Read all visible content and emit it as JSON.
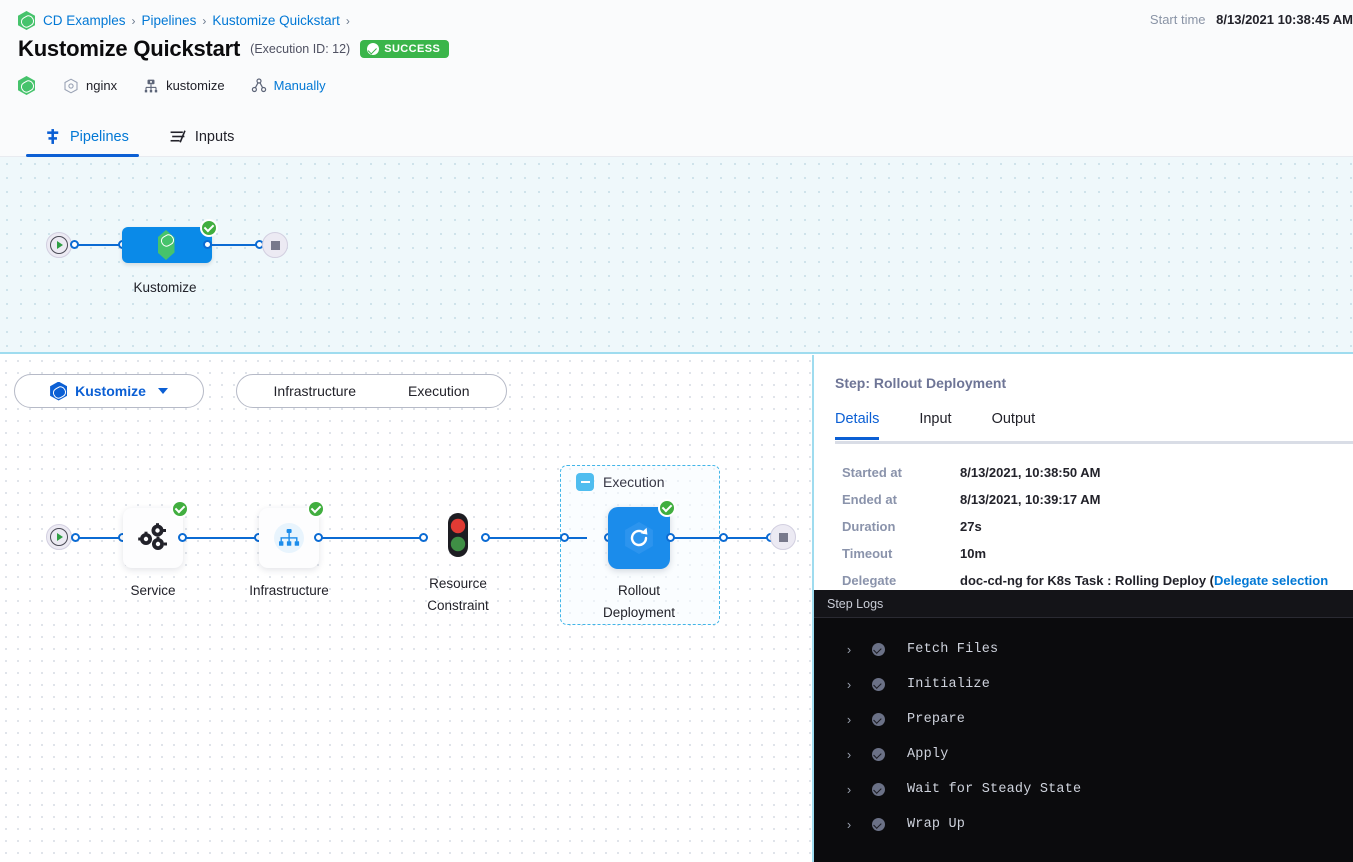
{
  "header": {
    "breadcrumb": [
      {
        "label": "CD Examples",
        "icon": "harness-hex-icon"
      },
      {
        "label": "Pipelines"
      },
      {
        "label": "Kustomize Quickstart"
      }
    ],
    "breadcrumb_separator": "›",
    "title": "Kustomize Quickstart",
    "execution_id": "(Execution ID: 12)",
    "status_badge": "SUCCESS",
    "status_color": "#3ab54a",
    "start_time_label": "Start time",
    "start_time_value": "8/13/2021 10:38:45 AM",
    "meta": [
      {
        "icon": "service-hex-icon",
        "label": "nginx"
      },
      {
        "icon": "infrastructure-icon",
        "label": "kustomize"
      },
      {
        "icon": "trigger-icon",
        "label": "Manually",
        "is_link": true
      }
    ]
  },
  "tabs": [
    {
      "label": "Pipelines",
      "icon": "pipeline-icon",
      "active": true
    },
    {
      "label": "Inputs",
      "icon": "inputs-icon",
      "active": false
    }
  ],
  "pipeline_graph": {
    "stage_label": "Kustomize",
    "stage_icon": "kustomize-hex-icon",
    "start_node": "start-node",
    "end_node": "end-node",
    "status": "success"
  },
  "stage_selector": {
    "stage_name": "Kustomize",
    "segments": [
      {
        "label": "Infrastructure"
      },
      {
        "label": "Execution"
      }
    ]
  },
  "execution_graph": {
    "group_title": "Execution",
    "nodes": [
      {
        "label": "Service",
        "icon": "service-gears-icon",
        "status": "success"
      },
      {
        "label": "Infrastructure",
        "icon": "infrastructure-tree-icon",
        "status": "success"
      },
      {
        "label": "Resource\nConstraint",
        "label_line1": "Resource",
        "label_line2": "Constraint",
        "icon": "traffic-light-icon",
        "status": "none"
      },
      {
        "label": "Rollout\nDeployment",
        "label_line1": "Rollout",
        "label_line2": "Deployment",
        "icon": "rollout-refresh-icon",
        "status": "success"
      }
    ]
  },
  "step_panel": {
    "title": "Step: Rollout Deployment",
    "tabs": [
      {
        "label": "Details",
        "active": true
      },
      {
        "label": "Input",
        "active": false
      },
      {
        "label": "Output",
        "active": false
      }
    ],
    "details": [
      {
        "label": "Started at",
        "value": "8/13/2021, 10:38:50 AM"
      },
      {
        "label": "Ended at",
        "value": "8/13/2021, 10:39:17 AM"
      },
      {
        "label": "Duration",
        "value": "27s"
      },
      {
        "label": "Timeout",
        "value": "10m"
      }
    ],
    "delegate": {
      "label": "Delegate",
      "value_prefix": "doc-cd-ng for K8s Task : Rolling Deploy (",
      "link": "Delegate selection logs",
      "value_suffix": ")"
    }
  },
  "console": {
    "title": "Step Logs",
    "rows": [
      {
        "name": "Fetch Files",
        "status": "success"
      },
      {
        "name": "Initialize",
        "status": "success"
      },
      {
        "name": "Prepare",
        "status": "success"
      },
      {
        "name": "Apply",
        "status": "success"
      },
      {
        "name": "Wait for Steady State",
        "status": "success"
      },
      {
        "name": "Wrap Up",
        "status": "success"
      }
    ],
    "chevron": "›"
  }
}
